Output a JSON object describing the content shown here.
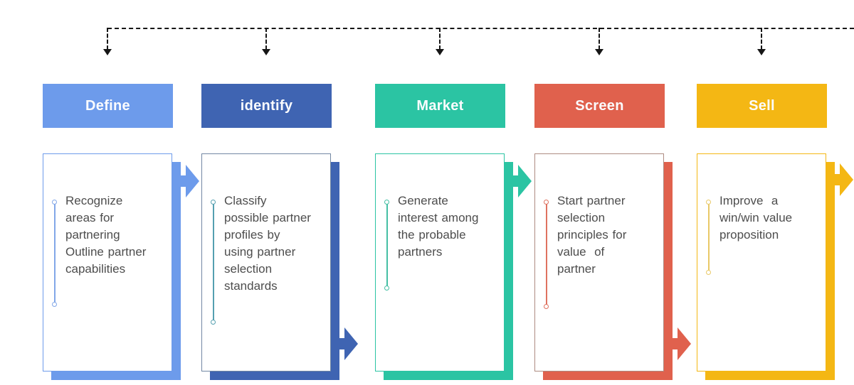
{
  "diagram": {
    "type": "process-flow",
    "background": "#ffffff",
    "connector": {
      "style": "dashed",
      "color": "#161616"
    },
    "text_color": "#4d4d4d"
  },
  "steps": [
    {
      "id": "define",
      "title": "Define",
      "description": "Recognize\nareas for\npartnering\nOutline partner\ncapabilities",
      "colors": {
        "primary": "#6d9beb",
        "card_border": "#6d9beb",
        "marker": "#82a7e8"
      }
    },
    {
      "id": "identify",
      "title": "identify",
      "description": "Classify\npossible partner\nprofiles by\nusing partner\nselection\nstandards",
      "colors": {
        "primary": "#3f64b2",
        "card_border": "#7287a3",
        "marker": "#55a0b0"
      }
    },
    {
      "id": "market",
      "title": "Market",
      "description": "Generate\ninterest among\nthe probable\npartners",
      "colors": {
        "primary": "#2bc4a3",
        "card_border": "#2bc4a3",
        "marker": "#45bfa4"
      }
    },
    {
      "id": "screen",
      "title": "Screen",
      "description": "Start partner\nselection\nprinciples for\nvalue  of\npartner",
      "colors": {
        "primary": "#e0614d",
        "card_border": "#ae8b81",
        "marker": "#df7260"
      }
    },
    {
      "id": "sell",
      "title": "Sell",
      "description": "Improve  a\nwin/win value\nproposition",
      "colors": {
        "primary": "#f4b714",
        "card_border": "#f4b714",
        "marker": "#e9c967"
      }
    }
  ]
}
